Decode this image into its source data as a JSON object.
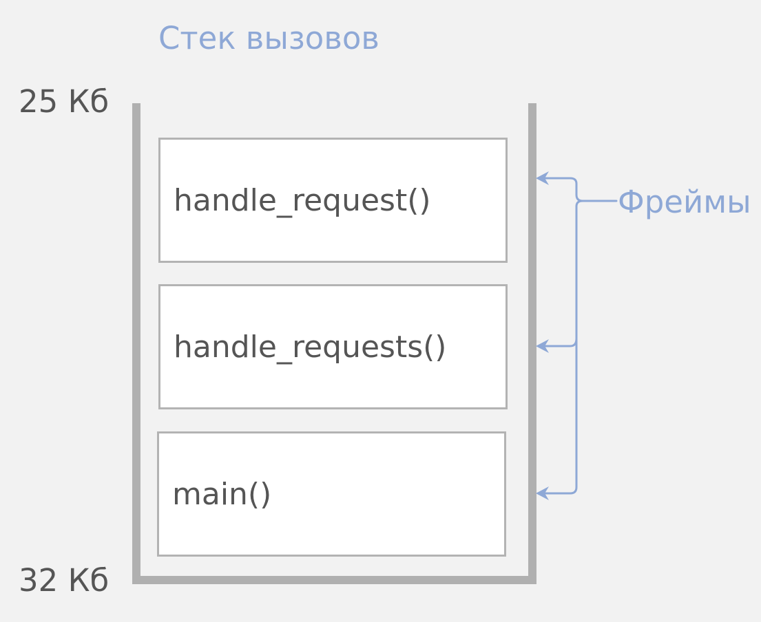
{
  "diagram": {
    "title": "Стек вызовов",
    "memory_top_label": "25 Кб",
    "memory_bottom_label": "32 Кб",
    "frames_label": "Фреймы",
    "frames": [
      {
        "label": "handle_request()"
      },
      {
        "label": "handle_requests()"
      },
      {
        "label": "main()"
      }
    ],
    "colors": {
      "background": "#f2f2f2",
      "stack_wall": "#b0b0b0",
      "frame_border": "#b3b3b3",
      "frame_fill": "#ffffff",
      "text": "#555555",
      "accent": "#8ea8d6"
    }
  }
}
